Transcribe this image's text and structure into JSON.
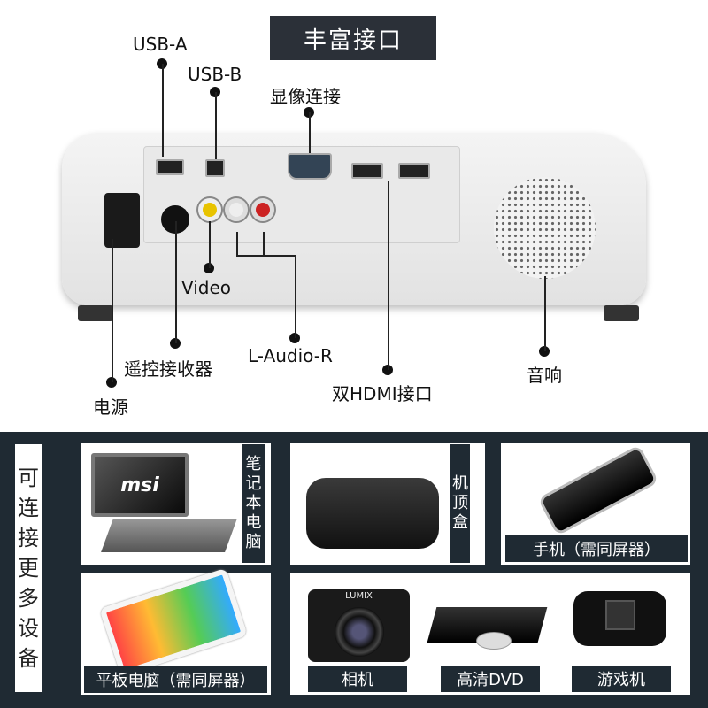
{
  "title": "丰富接口",
  "ports": {
    "usb_a": "USB-A",
    "usb_b": "USB-B",
    "vga": "显像连接",
    "video": "Video",
    "audio": "L-Audio-R",
    "ir": "遥控接收器",
    "power": "电源",
    "hdmi": "双HDMI接口",
    "speaker": "音响"
  },
  "devices": {
    "heading": [
      "可",
      "连",
      "接",
      "更",
      "多",
      "设",
      "备"
    ],
    "laptop": [
      "笔",
      "记",
      "本",
      "电",
      "脑"
    ],
    "laptop_brand": "msi",
    "settop": [
      "机",
      "顶",
      "盒"
    ],
    "phone": "手机（需同屏器）",
    "tablet": "平板电脑（需同屏器）",
    "camera": "相机",
    "camera_brand": "LUMIX",
    "dvd": "高清DVD",
    "console": "游戏机"
  }
}
